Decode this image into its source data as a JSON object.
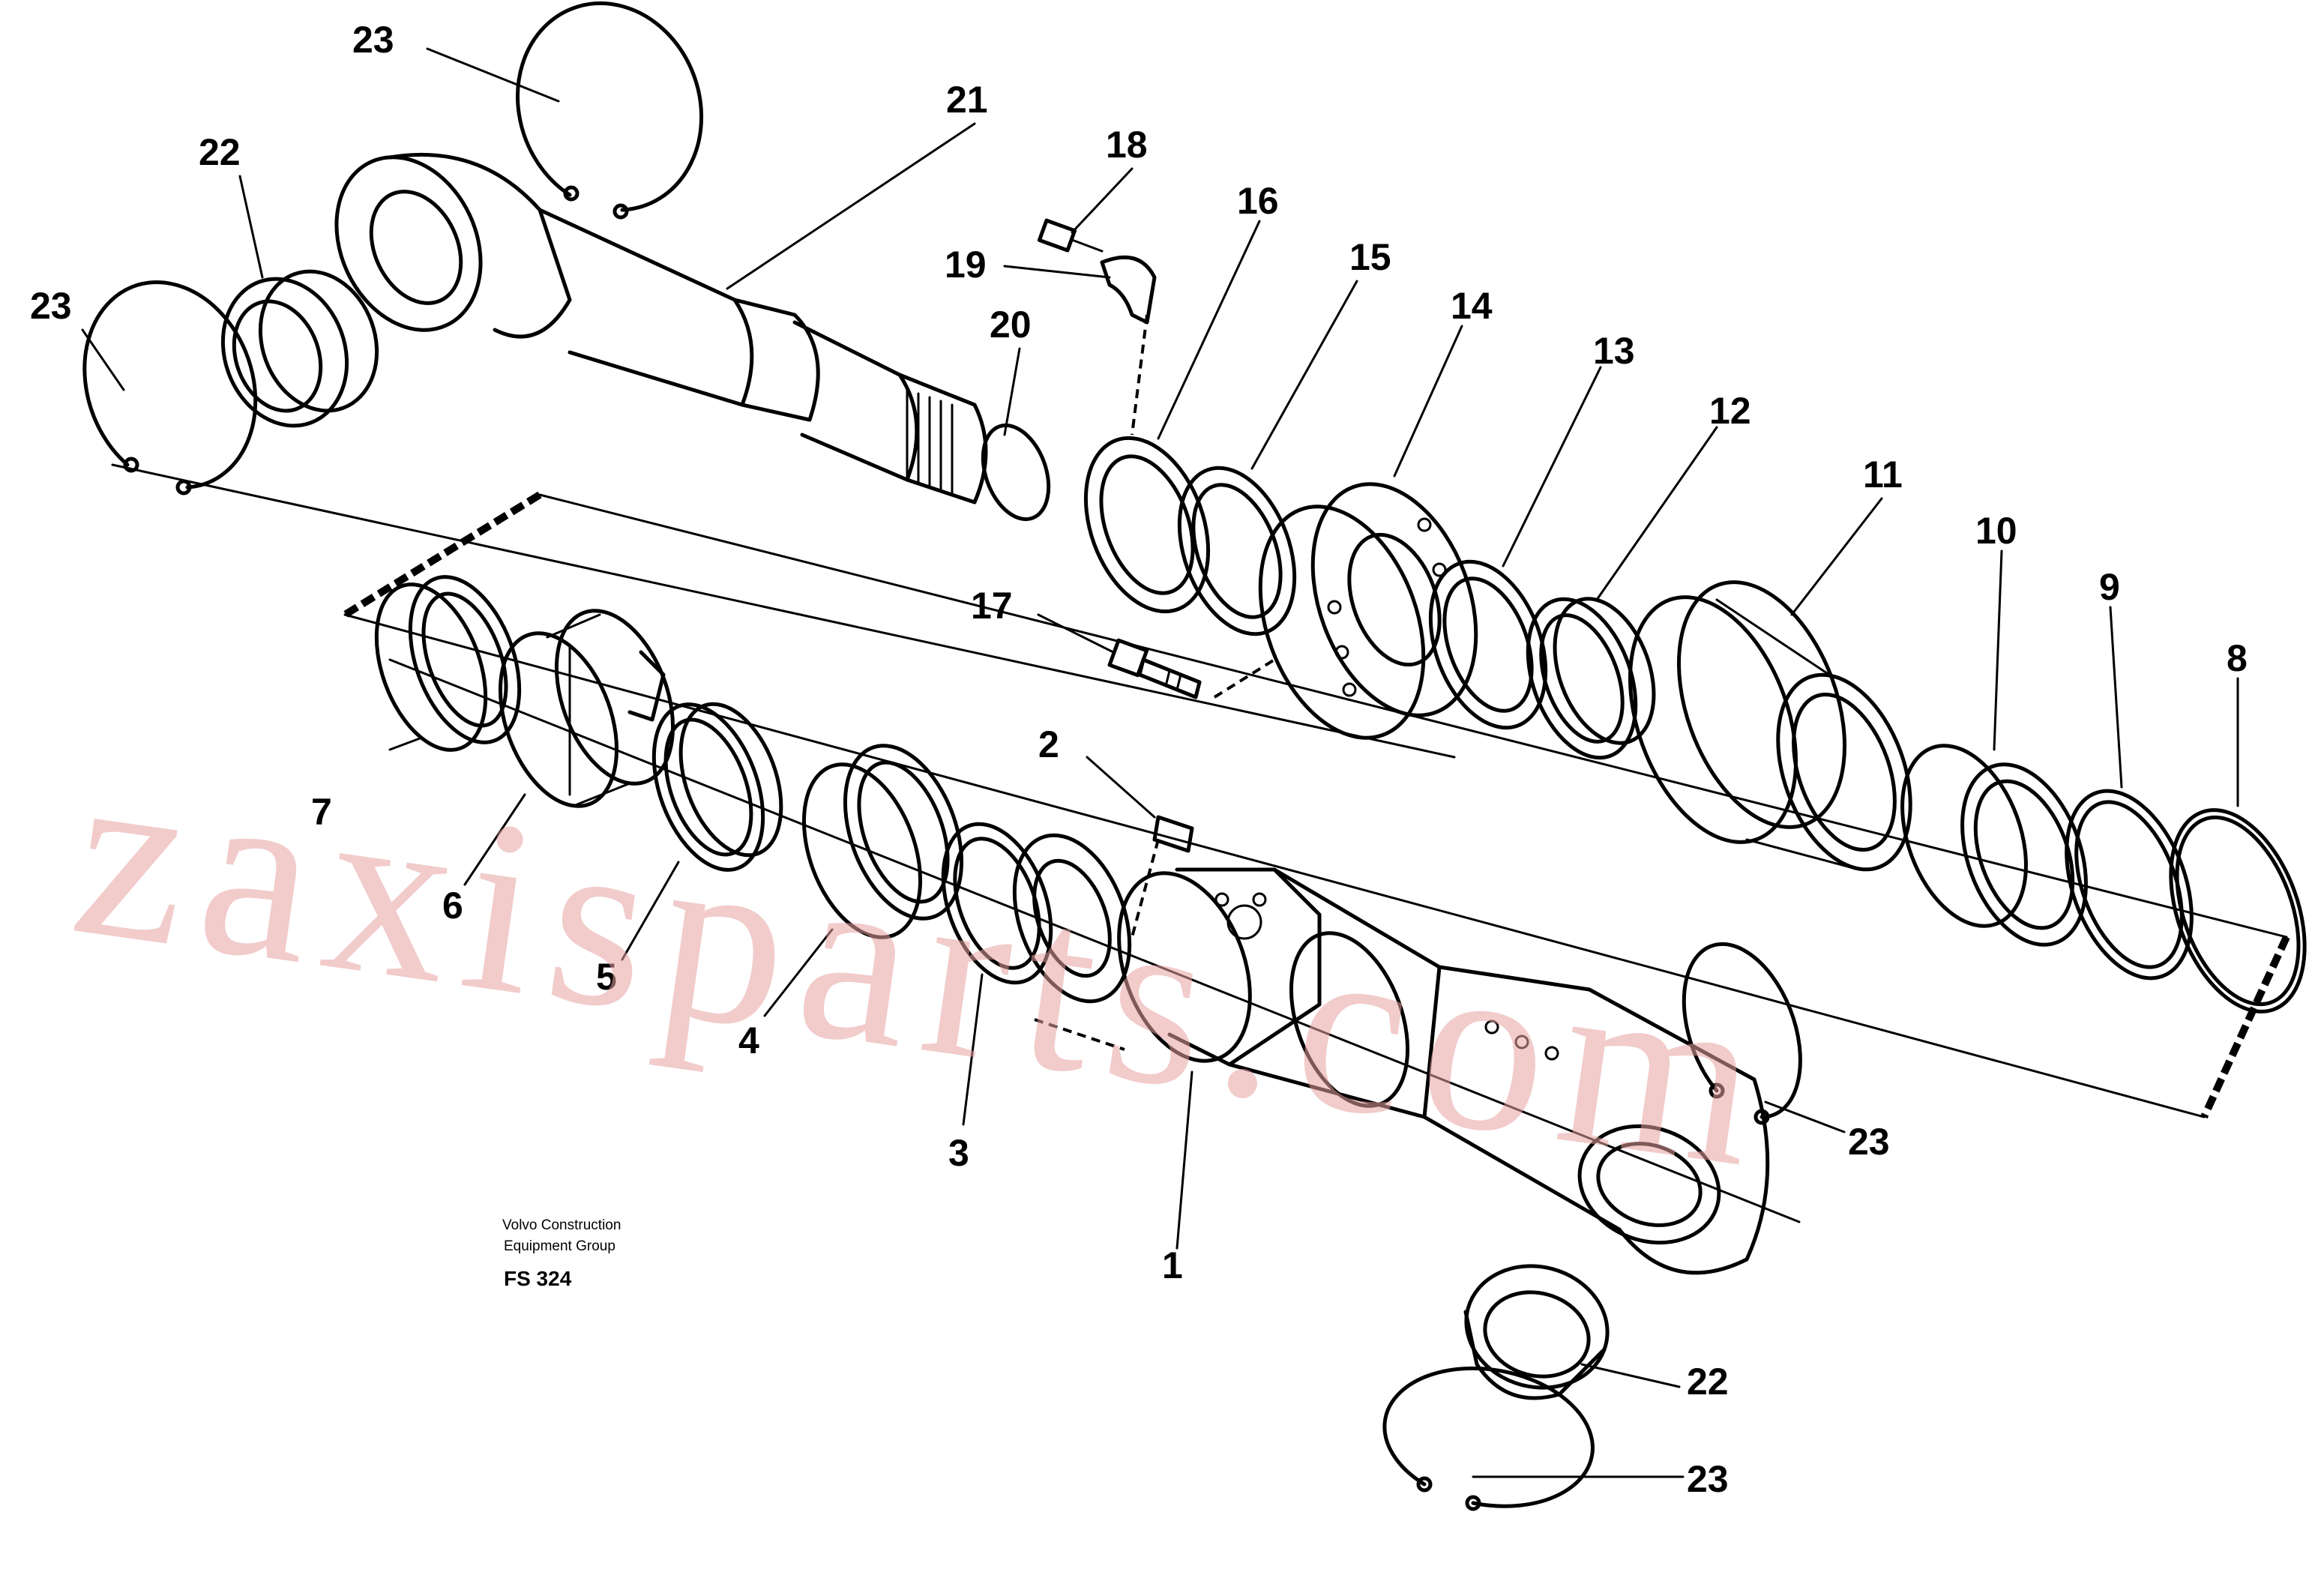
{
  "diagram": {
    "callouts": {
      "c1": "1",
      "c2": "2",
      "c3": "3",
      "c4": "4",
      "c5": "5",
      "c6": "6",
      "c7": "7",
      "c8": "8",
      "c9": "9",
      "c10": "10",
      "c11": "11",
      "c12": "12",
      "c13": "13",
      "c14": "14",
      "c15": "15",
      "c16": "16",
      "c17": "17",
      "c18": "18",
      "c19": "19",
      "c20": "20",
      "c21": "21",
      "c22a": "22",
      "c22b": "22",
      "c23a": "23",
      "c23b": "23",
      "c23c": "23",
      "c23d": "23"
    },
    "caption": {
      "line1": "Volvo Construction",
      "line2": "Equipment Group",
      "code": "FS 324"
    },
    "watermark": "zaxisparts.com"
  }
}
